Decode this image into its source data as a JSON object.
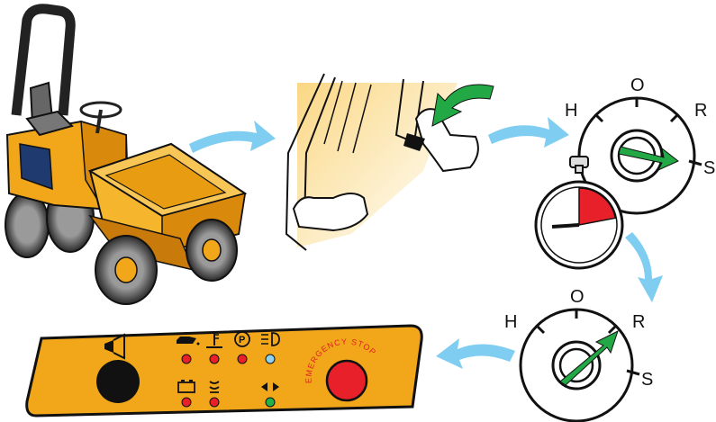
{
  "colors": {
    "body": "#f2a71b",
    "body_dark": "#d98a0c",
    "arrow": "#7fcdf0",
    "green_arrow": "#22a845",
    "red": "#e8202a",
    "black": "#111111",
    "blue_lamp": "#8fd3f0",
    "green_lamp": "#22b24a",
    "shade": "#fdeec2"
  },
  "switch_top": {
    "labels": {
      "o": "O",
      "h": "H",
      "r": "R",
      "s": "S"
    }
  },
  "switch_bottom": {
    "labels": {
      "o": "O",
      "h": "H",
      "r": "R",
      "s": "S"
    }
  },
  "panel": {
    "emergency_stop": "EMERGENCY STOP",
    "icons": [
      "horn-icon",
      "oil-pressure-icon",
      "coolant-temp-icon",
      "parking-brake-icon",
      "headlight-icon",
      "battery-icon",
      "glow-plug-icon",
      "direction-indicator-icon"
    ],
    "lamp_colors": [
      "red",
      "red",
      "red",
      "blue",
      "red",
      "red",
      "green"
    ]
  },
  "timer": {
    "fill_fraction": 0.22
  }
}
